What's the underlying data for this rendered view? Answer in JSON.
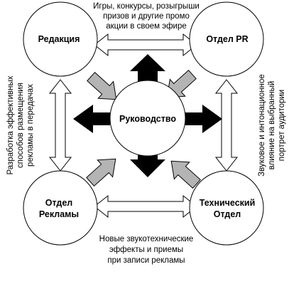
{
  "nodes": {
    "top_left": "Редакция",
    "top_right": "Отдел PR",
    "bottom_left_line1": "Отдел",
    "bottom_left_line2": "Рекламы",
    "bottom_right_line1": "Технический",
    "bottom_right_line2": "Отдел",
    "center": "Руководство"
  },
  "notes": {
    "top": [
      "Игры, конкурсы, розыгрыши",
      "призов и другие промо",
      "акции в своем эфире"
    ],
    "bottom": [
      "Новые звукотехнические",
      "эффекты и приемы",
      "при записи рекламы"
    ],
    "left": [
      "Разработка эффективных",
      "способов размещения",
      "рекламы в передачах"
    ],
    "right": [
      "Звуковое и интонационное",
      "влияние на выбранный",
      "портрет аудитории"
    ]
  },
  "colors": {
    "black_arrow": "#000000",
    "gray_arrow": "#b4b4b4",
    "outline": "#000000"
  }
}
